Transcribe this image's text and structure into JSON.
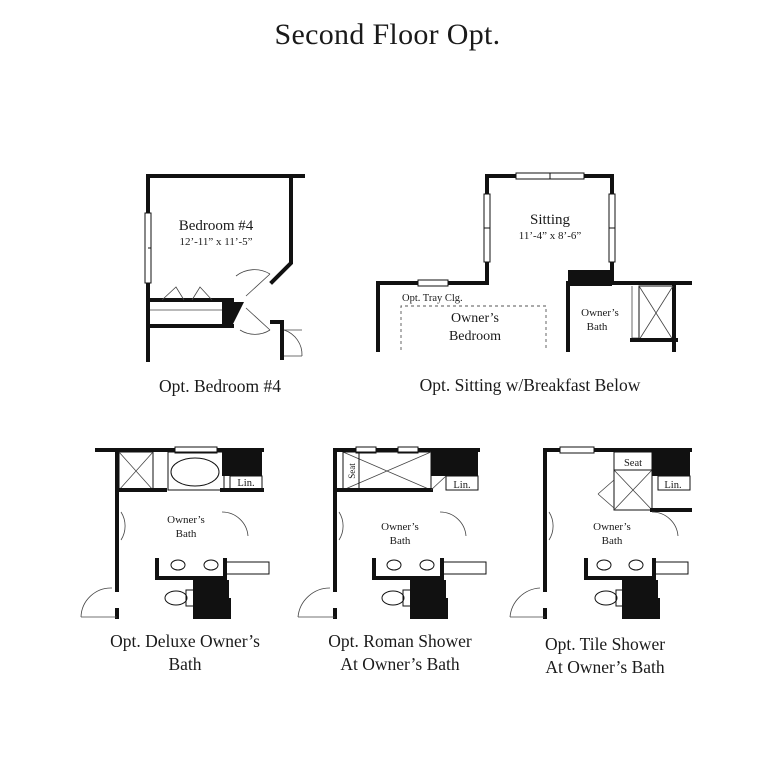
{
  "title": "Second Floor Opt.",
  "plans": {
    "bedroom4": {
      "room_name": "Bedroom #4",
      "room_dims": "12’-11” x 11’-5”",
      "caption": "Opt. Bedroom #4"
    },
    "sitting": {
      "room_name": "Sitting",
      "room_dims": "11’-4” x 8’-6”",
      "tray_label": "Opt. Tray Clg.",
      "owners_bedroom_line1": "Owner’s",
      "owners_bedroom_line2": "Bedroom",
      "owners_bath_line1": "Owner’s",
      "owners_bath_line2": "Bath",
      "caption": "Opt. Sitting w/Breakfast Below"
    },
    "deluxe": {
      "bath_line1": "Owner’s",
      "bath_line2": "Bath",
      "lin": "Lin.",
      "caption_line1": "Opt. Deluxe Owner’s",
      "caption_line2": "Bath"
    },
    "roman": {
      "bath_line1": "Owner’s",
      "bath_line2": "Bath",
      "lin": "Lin.",
      "seat": "Seat",
      "caption_line1": "Opt. Roman Shower",
      "caption_line2": "At Owner’s Bath"
    },
    "tile": {
      "bath_line1": "Owner’s",
      "bath_line2": "Bath",
      "lin": "Lin.",
      "seat": "Seat",
      "caption_line1": "Opt. Tile Shower",
      "caption_line2": "At Owner’s Bath"
    }
  }
}
